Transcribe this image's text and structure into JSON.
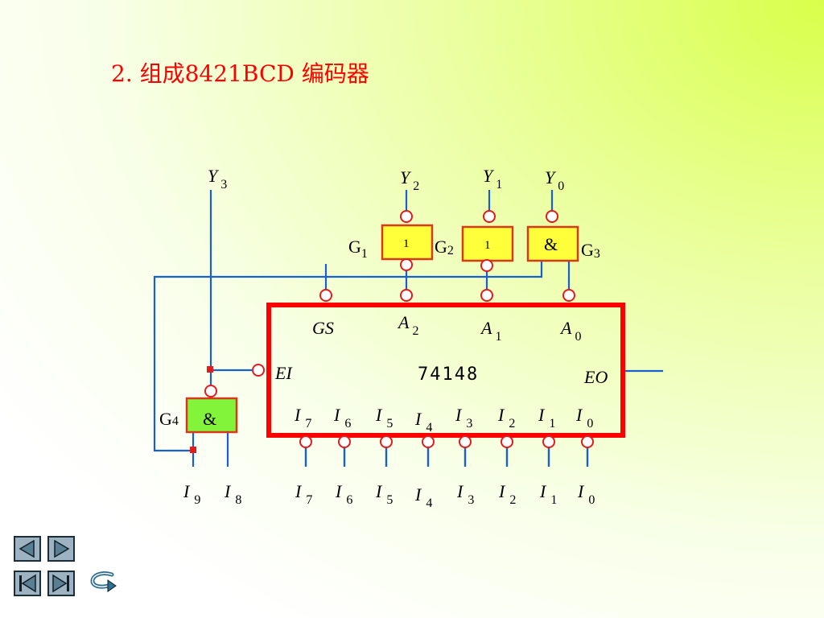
{
  "title": "2. 组成8421BCD 编码器",
  "chip_name": "74148",
  "gates": [
    {
      "name": "G",
      "num": "1",
      "symbol": "1"
    },
    {
      "name": "G",
      "num": "2",
      "symbol": "1"
    },
    {
      "name": "G",
      "num": "3",
      "symbol": "&"
    },
    {
      "name": "G",
      "num": "4",
      "symbol": "&"
    }
  ],
  "outputs": [
    {
      "main": "Y",
      "sub": "3"
    },
    {
      "main": "Y",
      "sub": "2"
    },
    {
      "main": "Y",
      "sub": "1"
    },
    {
      "main": "Y",
      "sub": "0"
    }
  ],
  "chip_outputs": [
    {
      "main": "GS",
      "sub": ""
    },
    {
      "main": "A",
      "sub": "2"
    },
    {
      "main": "A",
      "sub": "1"
    },
    {
      "main": "A",
      "sub": "0"
    }
  ],
  "chip_enable_in": "EI",
  "chip_enable_out": "EO",
  "chip_inputs": [
    {
      "main": "I",
      "sub": "7"
    },
    {
      "main": "I",
      "sub": "6"
    },
    {
      "main": "I",
      "sub": "5"
    },
    {
      "main": "I",
      "sub": "4"
    },
    {
      "main": "I",
      "sub": "3"
    },
    {
      "main": "I",
      "sub": "2"
    },
    {
      "main": "I",
      "sub": "1"
    },
    {
      "main": "I",
      "sub": "0"
    }
  ],
  "external_inputs": [
    {
      "main": "I",
      "sub": "9"
    },
    {
      "main": "I",
      "sub": "8"
    },
    {
      "main": "I",
      "sub": "7"
    },
    {
      "main": "I",
      "sub": "6"
    },
    {
      "main": "I",
      "sub": "5"
    },
    {
      "main": "I",
      "sub": "4"
    },
    {
      "main": "I",
      "sub": "3"
    },
    {
      "main": "I",
      "sub": "2"
    },
    {
      "main": "I",
      "sub": "1"
    },
    {
      "main": "I",
      "sub": "0"
    }
  ],
  "nav": {
    "prev": "prev-icon",
    "next": "next-icon",
    "first": "first-icon",
    "last": "last-icon",
    "back": "return-icon"
  }
}
